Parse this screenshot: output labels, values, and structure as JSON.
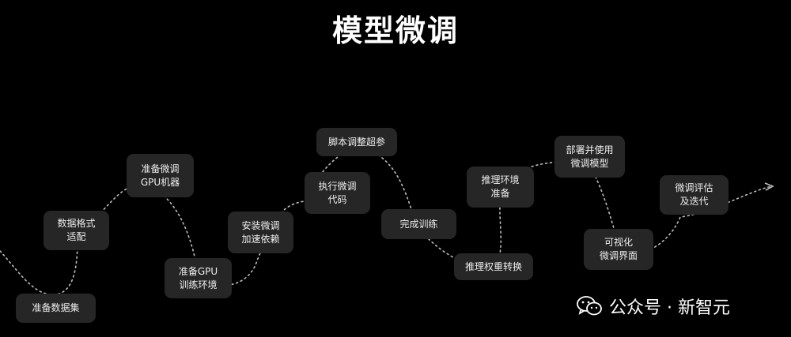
{
  "title": "模型微调",
  "steps": [
    {
      "label": "准备数据集"
    },
    {
      "label": "数据格式\n适配"
    },
    {
      "label": "准备微调\nGPU机器"
    },
    {
      "label": "准备GPU\n训练环境"
    },
    {
      "label": "安装微调\n加速依赖"
    },
    {
      "label": "执行微调\n代码"
    },
    {
      "label": "脚本调整超参"
    },
    {
      "label": "完成训练"
    },
    {
      "label": "推理权重转换"
    },
    {
      "label": "推理环境\n准备"
    },
    {
      "label": "部署并使用\n微调模型"
    },
    {
      "label": "可视化\n微调界面"
    },
    {
      "label": "微调评估\n及迭代"
    }
  ],
  "watermark": {
    "text": "公众号 · 新智元",
    "icon": "wechat-logo-icon"
  },
  "colors": {
    "background": "#000000",
    "node": "#262626",
    "text": "#eeeeee",
    "path": "#bbbbbb"
  }
}
